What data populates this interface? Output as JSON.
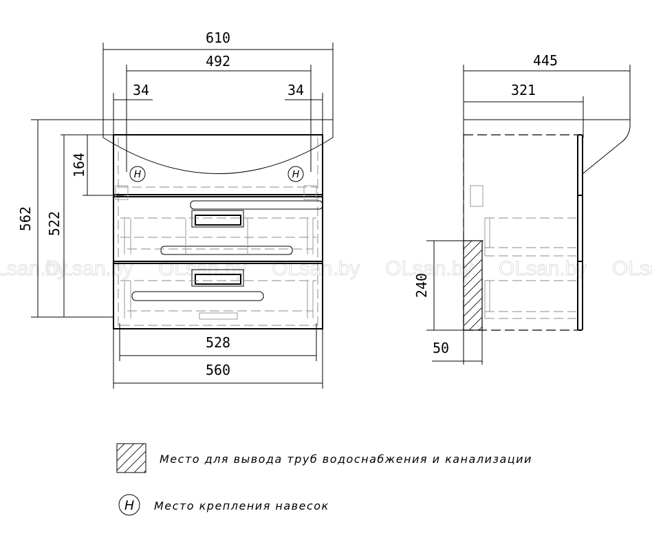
{
  "front_view": {
    "dimensions": {
      "overall_width": "610",
      "basin_width": "492",
      "offset_left": "34",
      "offset_right": "34",
      "mount_height": "164",
      "total_height": "562",
      "cabinet_height": "522",
      "inner_width": "528",
      "cabinet_width": "560"
    },
    "hinge_mark": "H"
  },
  "side_view": {
    "dimensions": {
      "overall_depth": "445",
      "cabinet_depth": "321",
      "pipe_zone_height": "240",
      "pipe_zone_depth": "50"
    }
  },
  "legend": {
    "pipe_zone_label": "Место для вывода труб водоснабжения и канализации",
    "hinge_symbol": "H",
    "hinge_label": "Место крепления навесок"
  },
  "watermark": "OLsan.by"
}
